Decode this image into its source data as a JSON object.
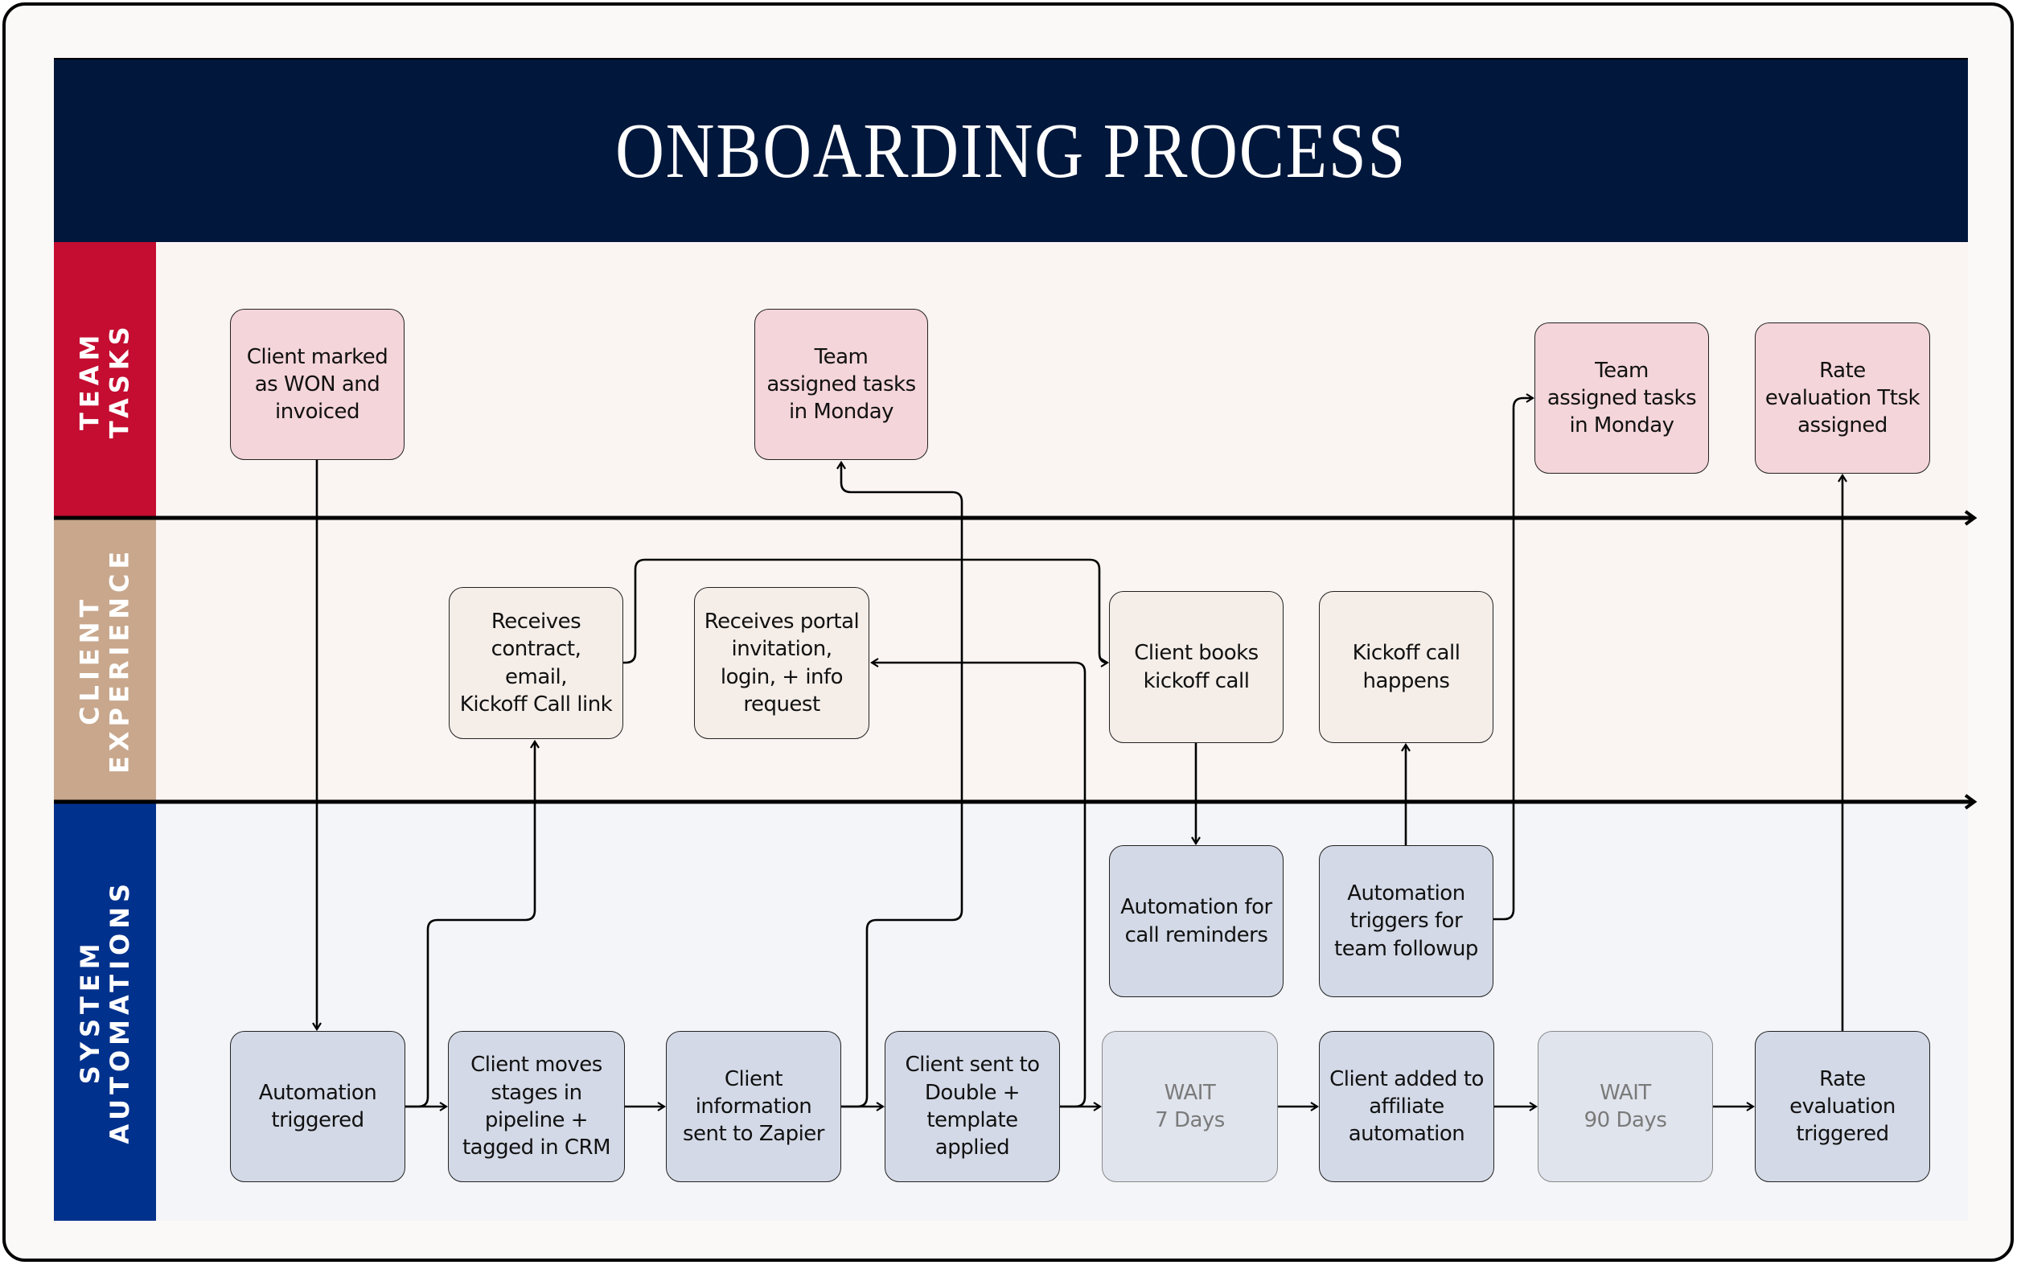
{
  "title": "ONBOARDING PROCESS",
  "colors": {
    "header_bg": "#01173b",
    "team_lane": "#c40d31",
    "client_lane": "#c8a78c",
    "system_lane": "#00318d",
    "team_node": "#f4d5d9",
    "client_node": "#f4ede8",
    "system_node": "#d3d9e6",
    "wait_node": "#e0e4ed"
  },
  "lanes": [
    {
      "id": "team",
      "label": "TEAM\nTASKS"
    },
    {
      "id": "client",
      "label": "CLIENT\nEXPERIENCE"
    },
    {
      "id": "system",
      "label": "SYSTEM\nAUTOMATIONS"
    }
  ],
  "nodes": {
    "team": [
      {
        "id": "t1",
        "text": "Client marked\nas WON and\ninvoiced"
      },
      {
        "id": "t2",
        "text": "Team\nassigned tasks\nin Monday"
      },
      {
        "id": "t3",
        "text": "Team\nassigned tasks\nin Monday"
      },
      {
        "id": "t4",
        "text": "Rate\nevaluation Ttsk\nassigned"
      }
    ],
    "client": [
      {
        "id": "c1",
        "text": "Receives\ncontract, email,\nKickoff Call link"
      },
      {
        "id": "c2",
        "text": "Receives portal\ninvitation,\nlogin, + info\nrequest"
      },
      {
        "id": "c3",
        "text": "Client books\nkickoff call"
      },
      {
        "id": "c4",
        "text": "Kickoff call\nhappens"
      }
    ],
    "system_upper": [
      {
        "id": "s_rem",
        "text": "Automation for\ncall reminders"
      },
      {
        "id": "s_fol",
        "text": "Automation\ntriggers for\nteam followup"
      }
    ],
    "system": [
      {
        "id": "s1",
        "text": "Automation\ntriggered"
      },
      {
        "id": "s2",
        "text": "Client moves\nstages in\npipeline +\ntagged in CRM"
      },
      {
        "id": "s3",
        "text": "Client\ninformation\nsent to Zapier"
      },
      {
        "id": "s4",
        "text": "Client sent to\nDouble +\ntemplate\napplied"
      },
      {
        "id": "s5",
        "text": "WAIT\n7 Days",
        "wait": true
      },
      {
        "id": "s6",
        "text": "Client added to\naffiliate\nautomation"
      },
      {
        "id": "s7",
        "text": "WAIT\n90 Days",
        "wait": true
      },
      {
        "id": "s8",
        "text": "Rate\nevaluation\ntriggered"
      }
    ]
  },
  "connections": [
    {
      "from": "t1",
      "to": "s1"
    },
    {
      "from": "s1",
      "to": "s2"
    },
    {
      "from": "s1",
      "to": "c1"
    },
    {
      "from": "s2",
      "to": "s3"
    },
    {
      "from": "s3",
      "to": "s4"
    },
    {
      "from": "s3",
      "to": "t2"
    },
    {
      "from": "s4",
      "to": "s5"
    },
    {
      "from": "s4",
      "to": "c2"
    },
    {
      "from": "c1",
      "to": "c3"
    },
    {
      "from": "c3",
      "to": "s_rem"
    },
    {
      "from": "s_fol",
      "to": "c4"
    },
    {
      "from": "s_fol",
      "to": "t3"
    },
    {
      "from": "s5",
      "to": "s6"
    },
    {
      "from": "s6",
      "to": "s7"
    },
    {
      "from": "s7",
      "to": "s8"
    },
    {
      "from": "s8",
      "to": "t4"
    }
  ]
}
